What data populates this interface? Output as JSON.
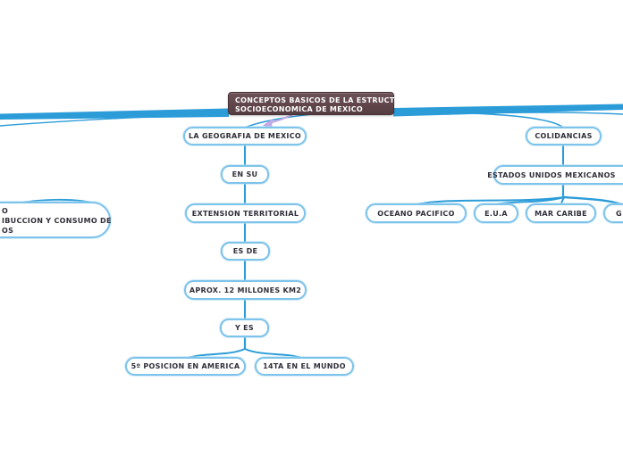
{
  "central_topic": {
    "line1": "CONCEPTOS BASICOS DE LA ESTRUCTURA",
    "line2": "SOCIOECONOMICA DE MEXICO"
  },
  "geography_branch": {
    "root": "LA GEOGRAFIA DE MEXICO",
    "link1": "EN SU",
    "topic": "EXTENSION TERRITORIAL",
    "link2": "ES DE",
    "value": "APROX. 12 MILLONES KM2",
    "link3": "Y ES",
    "child_america": "5º POSICION EN AMERICA",
    "child_world": "14TA EN EL MUNDO"
  },
  "borders_branch": {
    "root": "COLIDANCIAS",
    "topic": "ESTADOS UNIDOS MEXICANOS",
    "child_pacific": "OCEANO PACIFICO",
    "child_eua": "E.U.A",
    "child_caribbean": "MAR CARIBE",
    "child_cut": "G"
  },
  "left_cut_node": {
    "line1": "O",
    "line2": "IBUCCION Y CONSUMO DE",
    "line3": "OS"
  },
  "colors": {
    "branch_blue": "#2b9cd8",
    "node_border_blue": "#7ec3ea",
    "central_bg": "#5d4347",
    "relation_arrow_purple": "#c3a8e6",
    "node_text": "#2f2f3a"
  }
}
